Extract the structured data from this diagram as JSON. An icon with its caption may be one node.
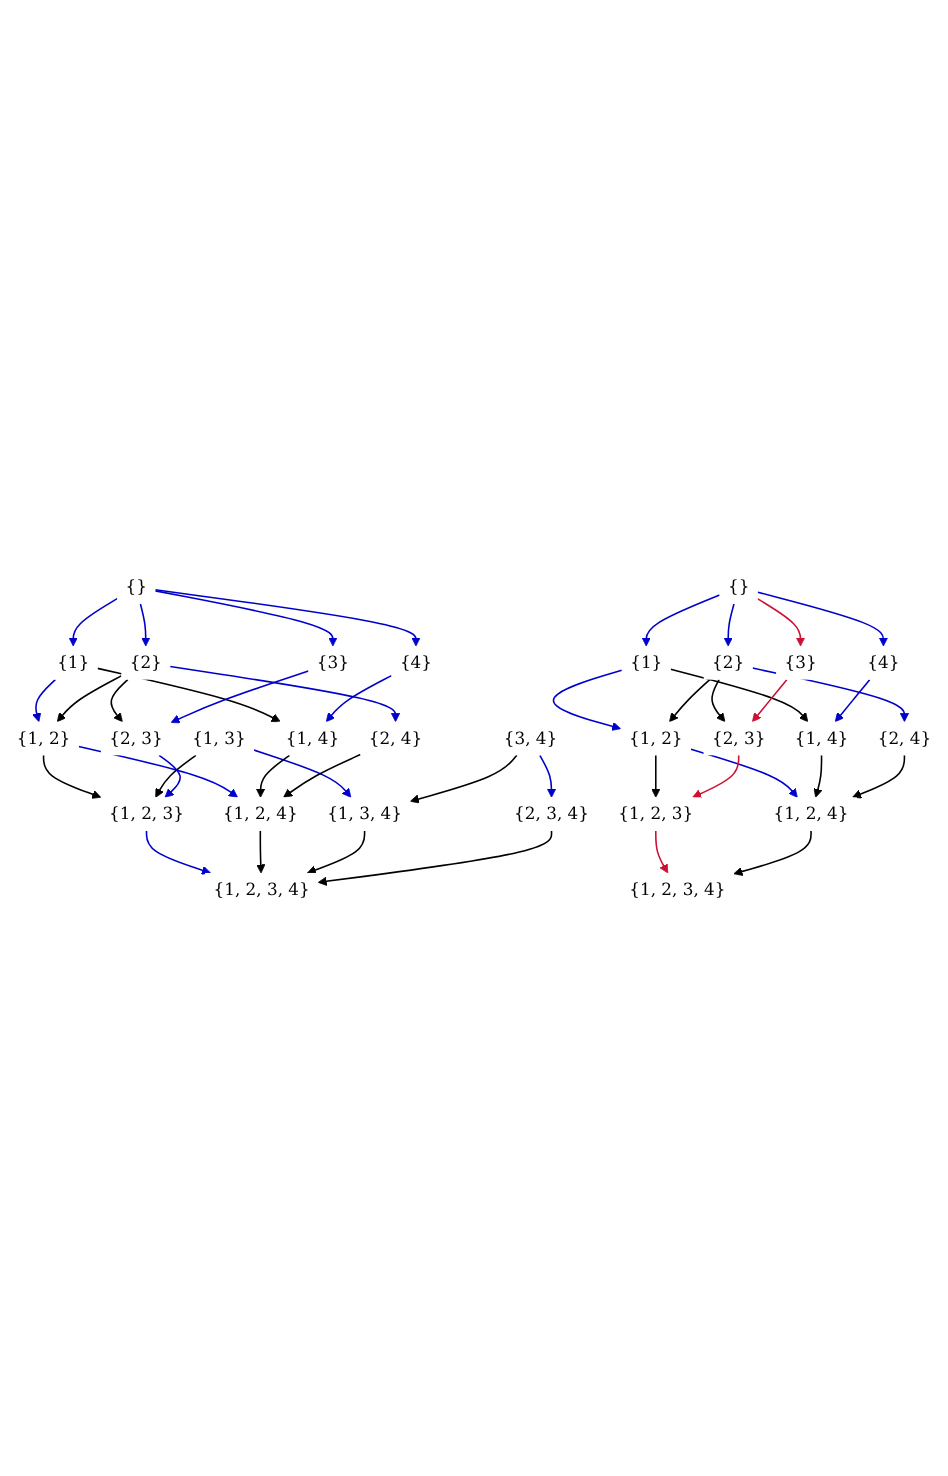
{
  "diagram": {
    "nodes": [
      {
        "text": [
          "{}"
        ]
      },
      {
        "text": [
          "{1}"
        ]
      },
      {
        "text": [
          "{2}"
        ]
      },
      {
        "text": [
          "{3}"
        ]
      },
      {
        "text": [
          "{4}"
        ]
      },
      {
        "text": [
          "{1, 2}"
        ]
      },
      {
        "text": [
          "{1, 3}"
        ]
      },
      {
        "text": [
          "{2, 3}"
        ]
      },
      {
        "text": [
          "{1, 4}"
        ]
      },
      {
        "text": [
          "{2, 4}"
        ]
      },
      {
        "text": [
          "{3, 4}"
        ]
      },
      {
        "text": [
          "{1, 2, 3}"
        ]
      },
      {
        "text": [
          "{1, 2, 4}"
        ]
      },
      {
        "text": [
          "{1, 3, 4}"
        ]
      },
      {
        "text": [
          "{2, 3, 4}"
        ]
      },
      {
        "text": [
          "{1, 2, 3, 4}"
        ]
      },
      {
        "text": [
          "{}"
        ]
      },
      {
        "text": [
          "{1}"
        ]
      },
      {
        "text": [
          "{2}"
        ]
      },
      {
        "text": [
          "{3}"
        ]
      },
      {
        "text": [
          "{4}"
        ]
      },
      {
        "text": [
          "{1, 2}"
        ]
      },
      {
        "text": [
          "{2, 3}"
        ]
      },
      {
        "text": [
          "{1, 4}"
        ]
      },
      {
        "text": [
          "{2, 4}"
        ]
      },
      {
        "text": [
          "{1, 2, 3}"
        ]
      },
      {
        "text": [
          "{1, 2, 4}"
        ]
      },
      {
        "text": [
          "{1, 2, 3, 4}"
        ]
      }
    ],
    "edges": [
      {
        "from": 0,
        "to": 1,
        "arrow": "to"
      },
      {
        "from": 0,
        "to": 2,
        "arrow": "to"
      },
      {
        "from": 0,
        "to": 3,
        "arrow": "to"
      },
      {
        "from": 0,
        "to": 4,
        "arrow": "to"
      },
      {
        "from": 1,
        "to": 5,
        "arrow": "to"
      },
      {
        "from": 1,
        "to": 8,
        "arrow": "to",
        "color": "#000000"
      },
      {
        "from": 2,
        "to": 5,
        "arrow": "to",
        "color": "#000000"
      },
      {
        "from": 2,
        "to": 7,
        "arrow": "to",
        "color": "#000000"
      },
      {
        "from": 2,
        "to": 9,
        "arrow": "to"
      },
      {
        "from": 3,
        "to": 7,
        "arrow": "to"
      },
      {
        "from": 4,
        "to": 8,
        "arrow": "to"
      },
      {
        "from": 5,
        "to": 11,
        "arrow": "to",
        "color": "#000000"
      },
      {
        "from": 5,
        "to": 12,
        "arrow": "to"
      },
      {
        "from": 6,
        "to": 11,
        "arrow": "to",
        "color": "#000000"
      },
      {
        "from": 6,
        "to": 13,
        "arrow": "to"
      },
      {
        "from": 7,
        "to": 11,
        "arrow": "to"
      },
      {
        "from": 8,
        "to": 12,
        "arrow": "to",
        "color": "#000000"
      },
      {
        "from": 9,
        "to": 12,
        "arrow": "to",
        "color": "#000000"
      },
      {
        "from": 10,
        "to": 13,
        "arrow": "to",
        "color": "#000000"
      },
      {
        "from": 10,
        "to": 14,
        "arrow": "to"
      },
      {
        "from": 11,
        "to": 15,
        "arrow": "to"
      },
      {
        "from": 12,
        "to": 15,
        "arrow": "to",
        "color": "#000000"
      },
      {
        "from": 13,
        "to": 15,
        "arrow": "to",
        "color": "#000000"
      },
      {
        "from": 14,
        "to": 15,
        "arrow": "to",
        "color": "#000000"
      },
      {
        "from": 16,
        "to": 17,
        "arrow": "to"
      },
      {
        "from": 16,
        "to": 18,
        "arrow": "to"
      },
      {
        "from": 16,
        "to": 19,
        "arrow": "to",
        "color": "#cc1133"
      },
      {
        "from": 16,
        "to": 20,
        "arrow": "to"
      },
      {
        "from": 17,
        "to": 21,
        "arrow": "to"
      },
      {
        "from": 17,
        "to": 23,
        "arrow": "to",
        "color": "#000000"
      },
      {
        "from": 18,
        "to": 21,
        "arrow": "to",
        "color": "#000000"
      },
      {
        "from": 18,
        "to": 22,
        "arrow": "to",
        "color": "#000000"
      },
      {
        "from": 18,
        "to": 24,
        "arrow": "to"
      },
      {
        "from": 19,
        "to": 22,
        "arrow": "to",
        "color": "#cc1133"
      },
      {
        "from": 20,
        "to": 23,
        "arrow": "to"
      },
      {
        "from": 21,
        "to": 25,
        "arrow": "to",
        "color": "#000000"
      },
      {
        "from": 21,
        "to": 26,
        "arrow": "to"
      },
      {
        "from": 22,
        "to": 25,
        "arrow": "to",
        "color": "#cc1133"
      },
      {
        "from": 23,
        "to": 26,
        "arrow": "to",
        "color": "#000000"
      },
      {
        "from": 24,
        "to": 26,
        "arrow": "to",
        "color": "#000000"
      },
      {
        "from": 25,
        "to": 27,
        "arrow": "to",
        "color": "#cc1133"
      },
      {
        "from": 26,
        "to": 27,
        "arrow": "to",
        "color": "#000000"
      }
    ]
  }
}
